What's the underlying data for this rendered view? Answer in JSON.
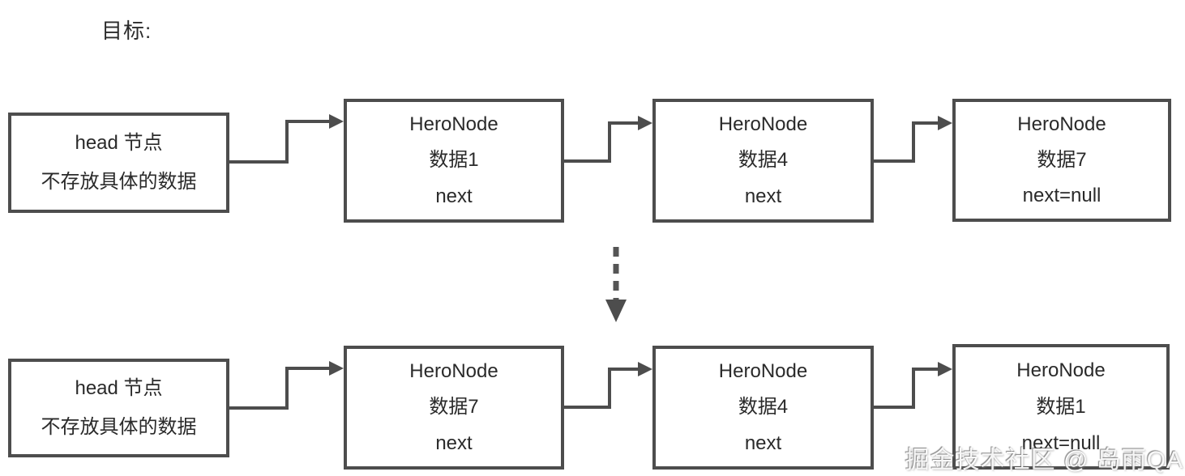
{
  "title": "目标:",
  "watermark": "掘金技术社区 @ 岛雨QA",
  "colors": {
    "box_border": "#4d4d4d",
    "arrow": "#4d4d4d",
    "text": "#2a2a2a",
    "background": "#ffffff",
    "watermark_text": "#ffffff"
  },
  "diagram": {
    "before": {
      "head": {
        "lines": [
          "head 节点",
          "不存放具体的数据"
        ]
      },
      "nodes": [
        {
          "lines": [
            "HeroNode",
            "数据1",
            "next"
          ]
        },
        {
          "lines": [
            "HeroNode",
            "数据4",
            "next"
          ]
        },
        {
          "lines": [
            "HeroNode",
            "数据7",
            "next=null"
          ]
        }
      ]
    },
    "transform_arrow": "dashed-down-arrow",
    "after": {
      "head": {
        "lines": [
          "head 节点",
          "不存放具体的数据"
        ]
      },
      "nodes": [
        {
          "lines": [
            "HeroNode",
            "数据7",
            "next"
          ]
        },
        {
          "lines": [
            "HeroNode",
            "数据4",
            "next"
          ]
        },
        {
          "lines": [
            "HeroNode",
            "数据1",
            "next=null"
          ]
        }
      ]
    }
  }
}
